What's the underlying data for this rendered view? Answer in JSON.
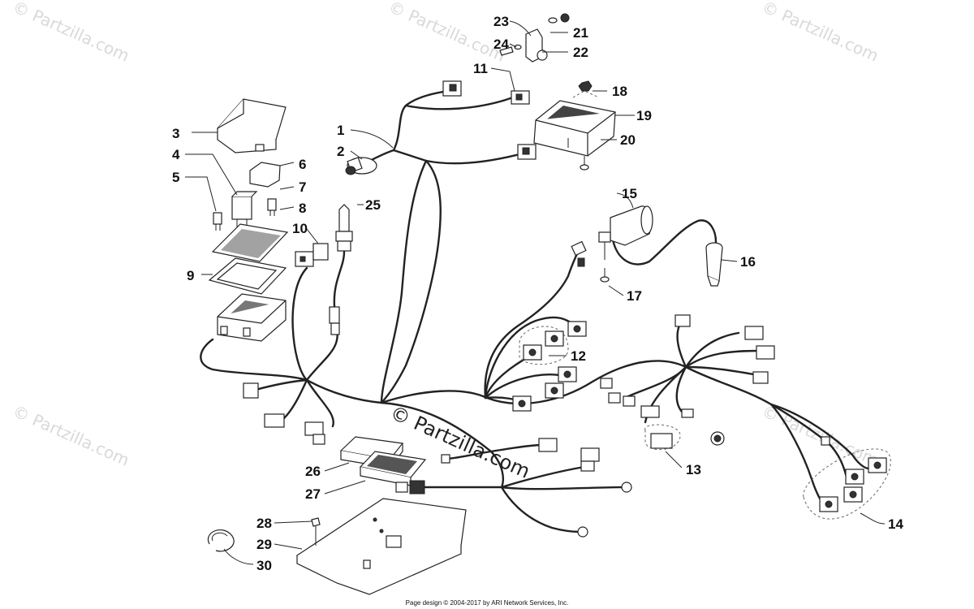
{
  "watermarks": {
    "text": "© Partzilla.com",
    "center_text": "© Partzilla.com"
  },
  "footer": {
    "text": "Page design © 2004-2017 by ARI Network Services, Inc."
  },
  "callouts": [
    {
      "id": "1",
      "label": "1"
    },
    {
      "id": "2",
      "label": "2"
    },
    {
      "id": "3",
      "label": "3"
    },
    {
      "id": "4",
      "label": "4"
    },
    {
      "id": "5",
      "label": "5"
    },
    {
      "id": "6",
      "label": "6"
    },
    {
      "id": "7",
      "label": "7"
    },
    {
      "id": "8",
      "label": "8"
    },
    {
      "id": "9",
      "label": "9"
    },
    {
      "id": "10",
      "label": "10"
    },
    {
      "id": "11",
      "label": "11"
    },
    {
      "id": "12",
      "label": "12"
    },
    {
      "id": "13",
      "label": "13"
    },
    {
      "id": "14",
      "label": "14"
    },
    {
      "id": "15",
      "label": "15"
    },
    {
      "id": "16",
      "label": "16"
    },
    {
      "id": "17",
      "label": "17"
    },
    {
      "id": "18",
      "label": "18"
    },
    {
      "id": "19",
      "label": "19"
    },
    {
      "id": "20",
      "label": "20"
    },
    {
      "id": "21",
      "label": "21"
    },
    {
      "id": "22",
      "label": "22"
    },
    {
      "id": "23",
      "label": "23"
    },
    {
      "id": "24",
      "label": "24"
    },
    {
      "id": "25",
      "label": "25"
    },
    {
      "id": "26",
      "label": "26"
    },
    {
      "id": "27",
      "label": "27"
    },
    {
      "id": "28",
      "label": "28"
    },
    {
      "id": "29",
      "label": "29"
    },
    {
      "id": "30",
      "label": "30"
    }
  ]
}
